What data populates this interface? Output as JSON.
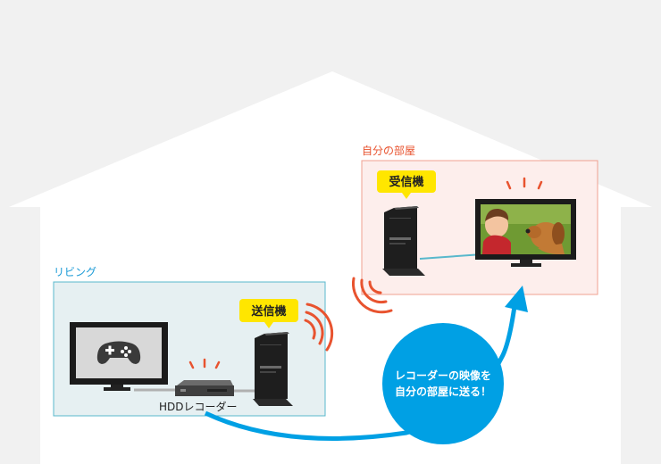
{
  "rooms": {
    "my_room_label": "自分の部屋",
    "living_label": "リビング"
  },
  "devices": {
    "receiver_badge": "受信機",
    "transmitter_badge": "送信機",
    "recorder_label": "HDDレコーダー"
  },
  "callout": {
    "line1": "レコーダーの映像を",
    "line2": "自分の部屋に送る！"
  },
  "colors": {
    "house": "#ffffff",
    "background": "#f1f1f1",
    "living_fill": "#e6f0f2",
    "living_border": "#58b8cc",
    "my_room_fill": "#fdeeec",
    "my_room_border": "#f0a090",
    "label_blue": "#1a9ad6",
    "label_red": "#e8532f",
    "badge_yellow": "#ffe600",
    "arrow_blue": "#00a0e4",
    "signal_orange": "#e8532f"
  }
}
